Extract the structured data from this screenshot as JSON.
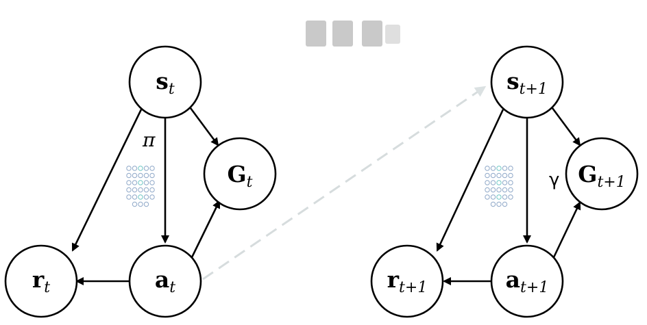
{
  "nodes": {
    "s_t": {
      "main": "s",
      "sub": "t"
    },
    "G_t": {
      "main": "G",
      "sub": "t"
    },
    "r_t": {
      "main": "r",
      "sub": "t"
    },
    "a_t": {
      "main": "a",
      "sub": "t"
    },
    "s_t1": {
      "main": "s",
      "sub": "t+1"
    },
    "G_t1": {
      "main": "G",
      "sub": "t+1"
    },
    "r_t1": {
      "main": "r",
      "sub": "t+1"
    },
    "a_t1": {
      "main": "a",
      "sub": "t+1"
    }
  },
  "edge_labels": {
    "policy": "π",
    "discount": "γ"
  },
  "colors": {
    "stroke": "#000000",
    "transition_arrow": "#cfd6d8",
    "nn_icon": "#8fa8c8"
  }
}
